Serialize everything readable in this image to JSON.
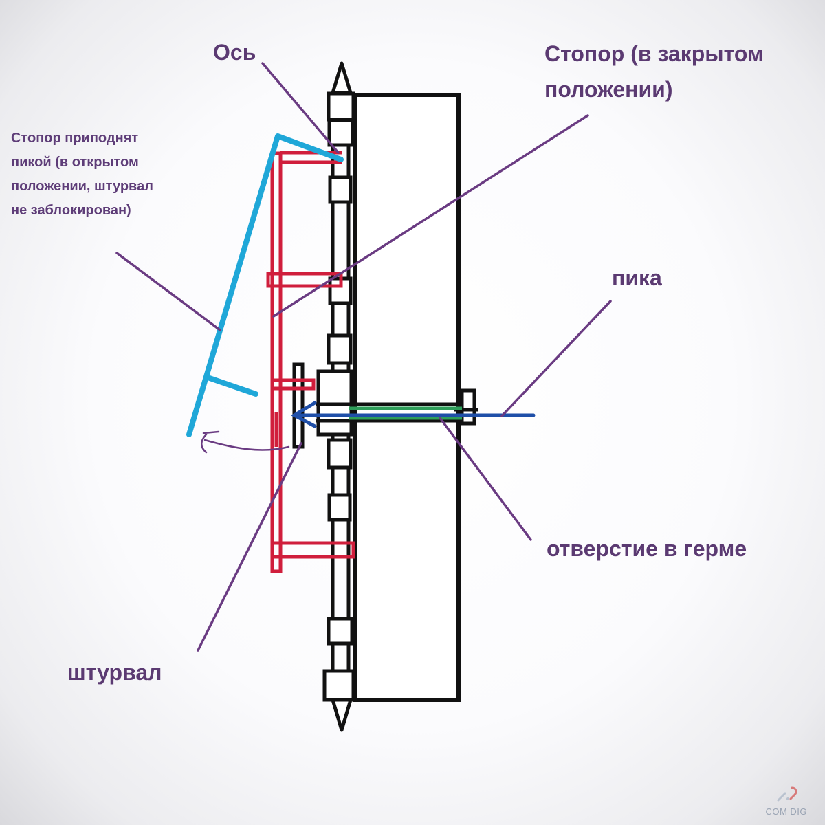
{
  "labels": {
    "axis": "Ось",
    "stopper_closed_line1": "Стопор (в закрытом",
    "stopper_closed_line2": "положении)",
    "stopper_open_line1": "Стопор приподнят",
    "stopper_open_line2": "пикой (в открытом",
    "stopper_open_line3": "положении, штурвал",
    "stopper_open_line4": "не заблокирован)",
    "spike": "пика",
    "hole": "отверстие в герме",
    "wheel": "штурвал"
  },
  "watermark": "COM DIG",
  "colors": {
    "label_text": "#5b3a72",
    "leader_line": "#6a3b82",
    "door_outline": "#111111",
    "wheel_mechanism": "#d01e3c",
    "stopper_open": "#1fa7d8",
    "spike": "#1f4fa8",
    "hole": "#2e9e5a"
  }
}
